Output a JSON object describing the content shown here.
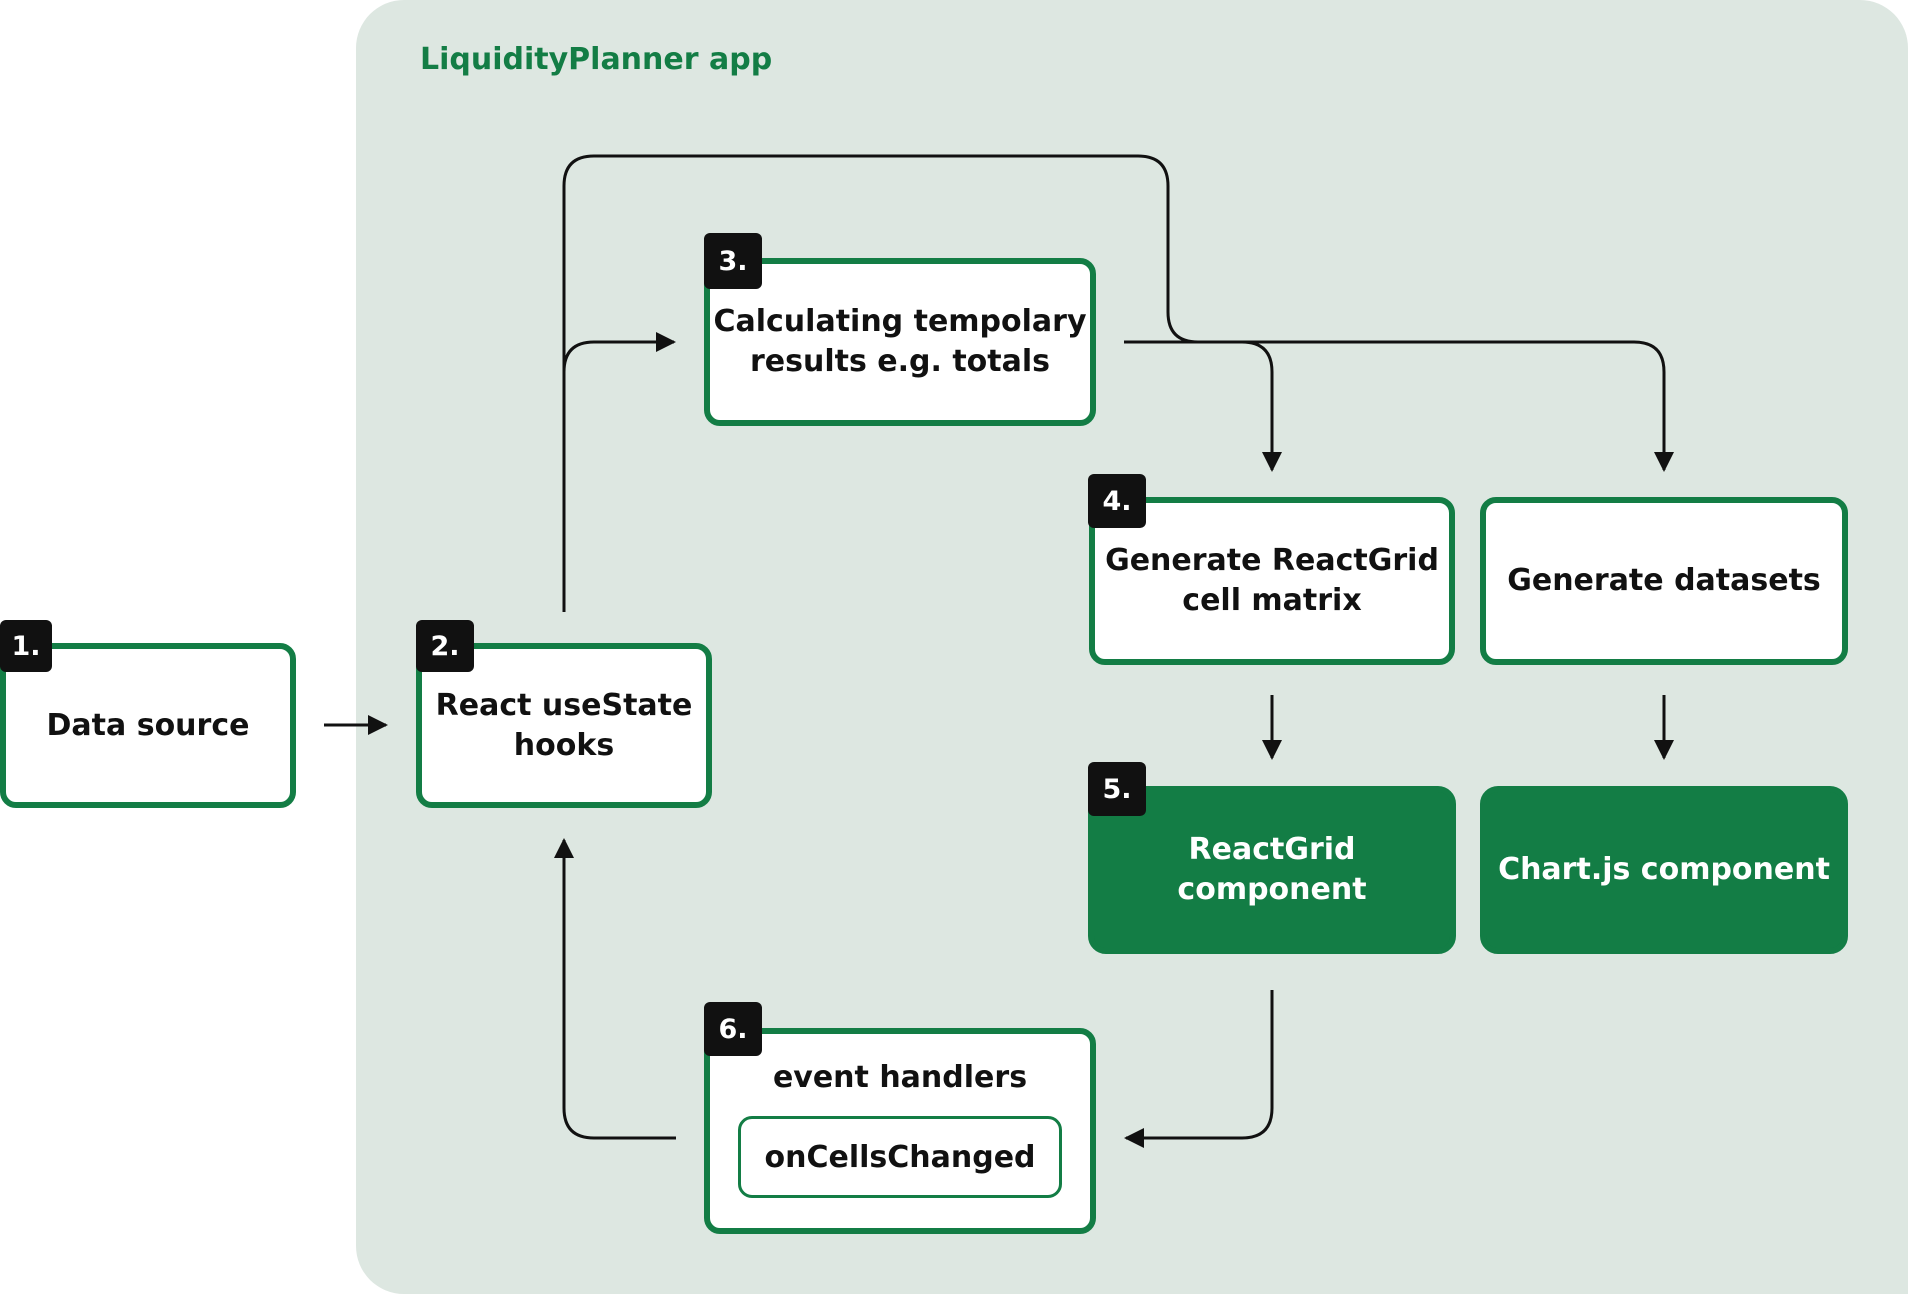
{
  "app": {
    "title": "LiquidityPlanner app"
  },
  "steps": {
    "data_source": {
      "number": "1.",
      "label": "Data source"
    },
    "react_state": {
      "number": "2.",
      "lines": [
        "React useState",
        "hooks"
      ]
    },
    "calculating": {
      "number": "3.",
      "lines": [
        "Calculating tempolary",
        "results e.g. totals"
      ]
    },
    "generate_cell_matrix": {
      "number": "4.",
      "lines": [
        "Generate ReactGrid",
        "cell matrix"
      ]
    },
    "generate_datasets": {
      "label": "Generate datasets"
    },
    "reactgrid_component": {
      "number": "5.",
      "label": "ReactGrid component"
    },
    "chartjs_component": {
      "label": "Chart.js component"
    },
    "event_handlers": {
      "number": "6.",
      "label": "event handlers",
      "handler": "onCellsChanged"
    }
  },
  "colors": {
    "brand_green": "#137d45",
    "panel_bg": "#dde7e1",
    "badge_bg": "#111111",
    "arrow": "#111111"
  }
}
